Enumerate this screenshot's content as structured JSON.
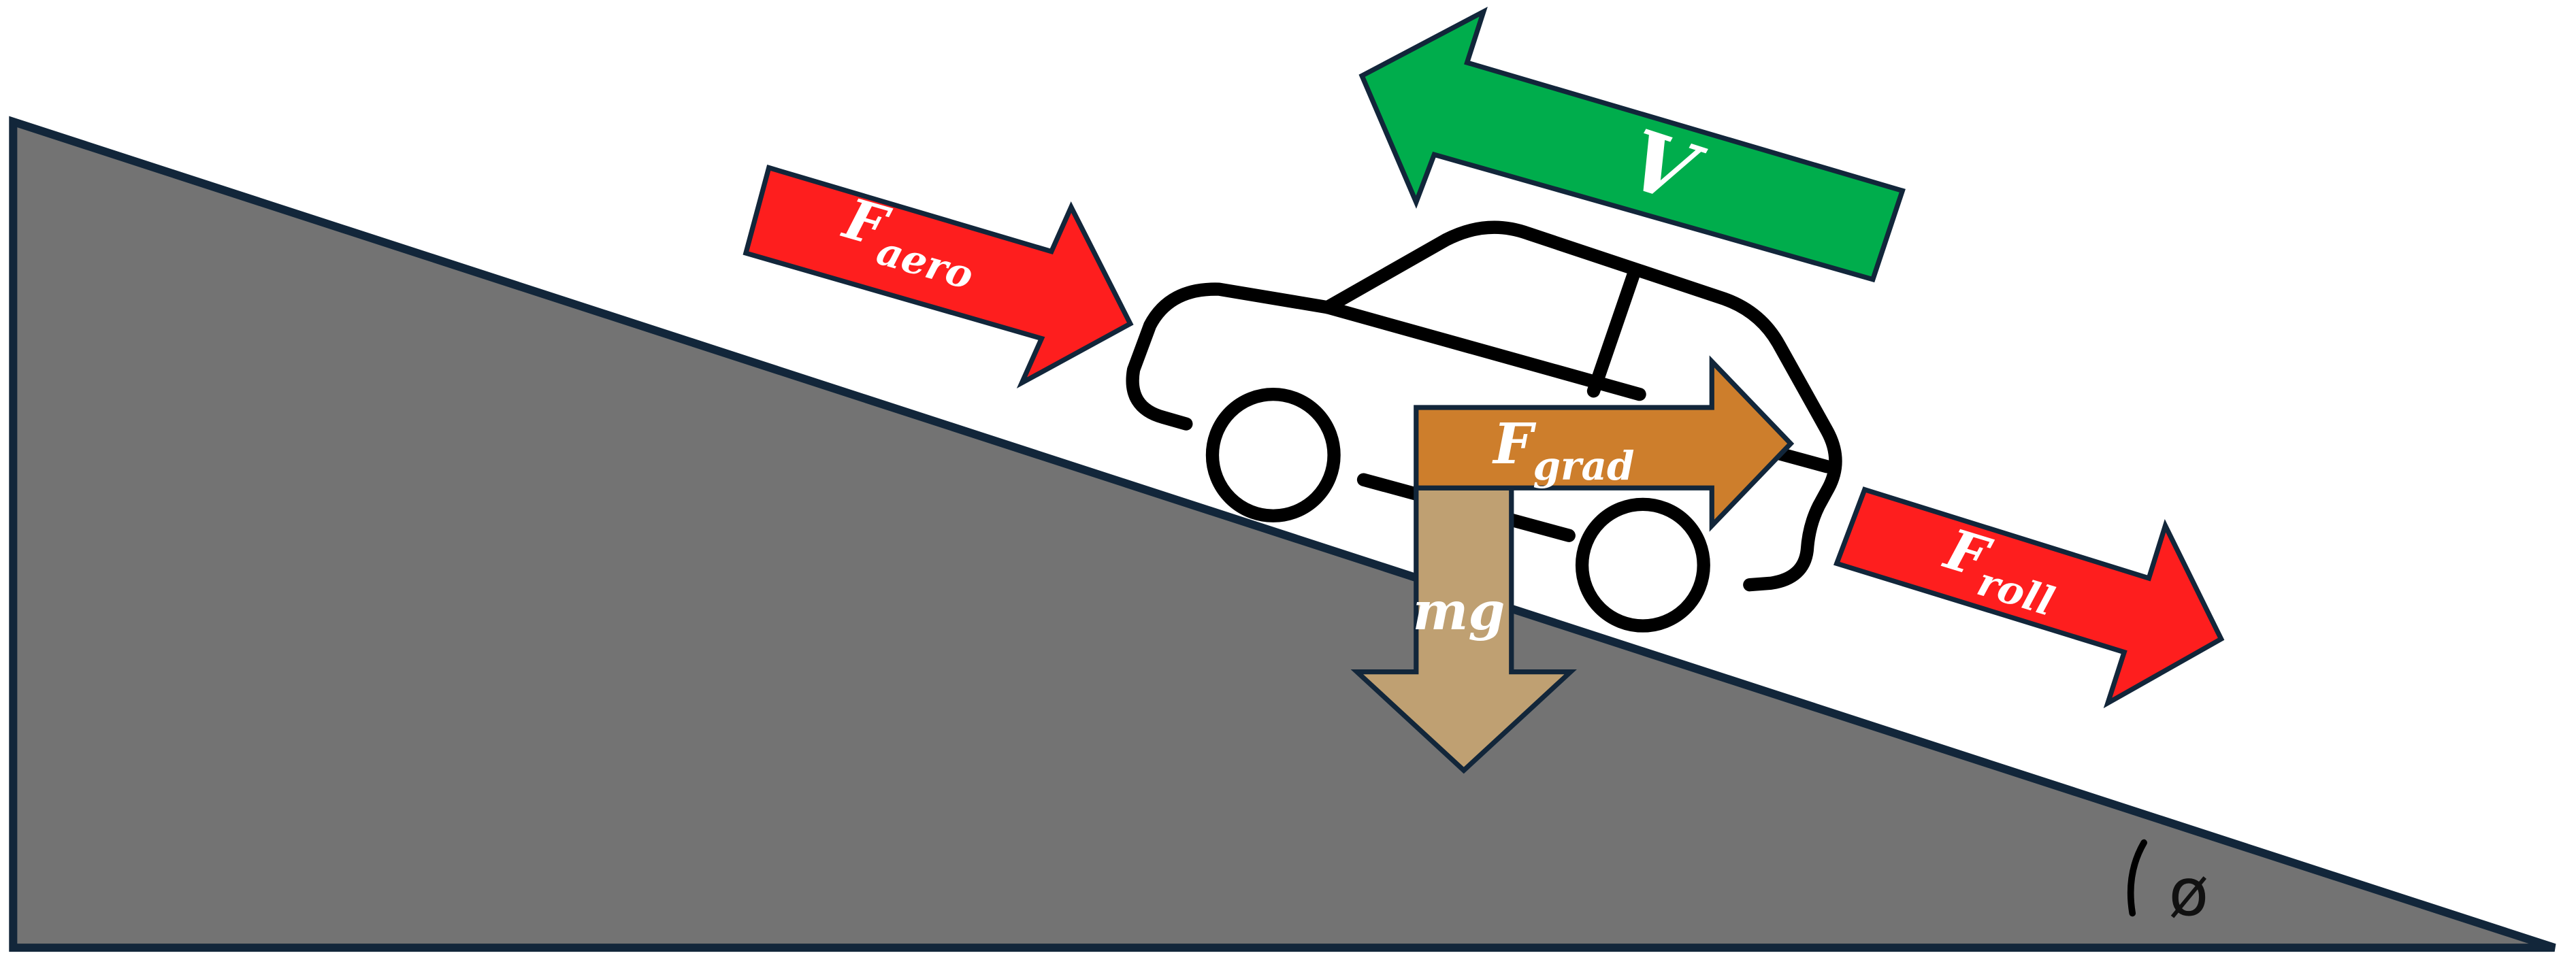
{
  "diagram": {
    "labels": {
      "aero": {
        "main": "F",
        "sub": "aero"
      },
      "velocity": "V",
      "grad": {
        "main": "F",
        "sub": "grad"
      },
      "roll": {
        "main": "F",
        "sub": "roll"
      },
      "weight": "mg",
      "angle": "ø"
    },
    "colors": {
      "slope": "#737373",
      "outline": "#12263a",
      "aero_arrow": "#fe1e1e",
      "roll_arrow": "#fe1e1e",
      "velocity_arrow": "#00ad4c",
      "grad_arrow": "#cd7e2c",
      "weight_arrow": "#bfa072",
      "car": "#000000"
    }
  }
}
